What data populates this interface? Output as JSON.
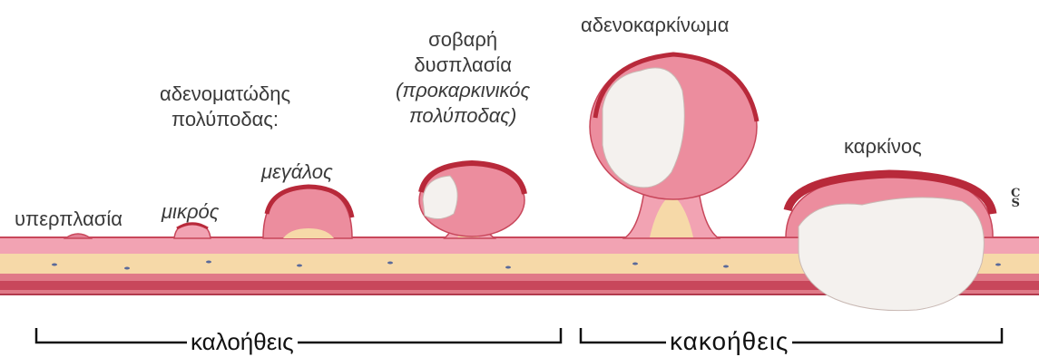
{
  "labels": {
    "hyperplasia": "υπερπλασία",
    "small": "μικρός",
    "large": "μεγάλος",
    "adenomatous_line1": "αδενοματώδης",
    "adenomatous_line2": "πολύποδας:",
    "severe_line1": "σοβαρή",
    "severe_line2": "δυσπλασία",
    "severe_line3": "(προκαρκινικός",
    "severe_line4": "πολύποδας)",
    "adenocarcinoma": "αδενοκαρκίνωμα",
    "cancer": "καρκίνος"
  },
  "groups": {
    "benign": "καλοήθεις",
    "malignant": "κακοήθεις"
  },
  "colors": {
    "mucosa": "#f2a3b3",
    "mucosa_dark": "#d9687f",
    "submucosa": "#f6d9a8",
    "muscle": "#c8475b",
    "muscle_light": "#e07a88",
    "polyp_cap": "#b8293a",
    "tumor": "#f4f1ee"
  }
}
